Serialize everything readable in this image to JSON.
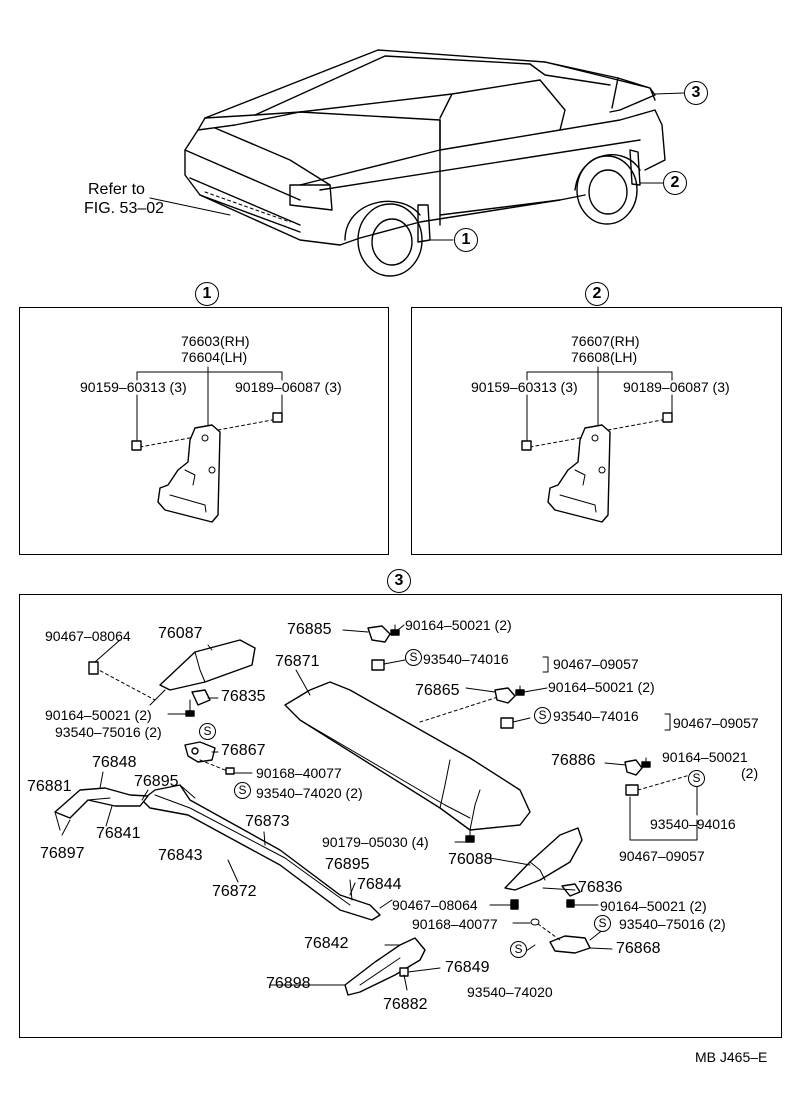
{
  "car": {
    "refer_line1": "Refer to",
    "refer_line2": "FIG. 53–02",
    "callout_1": "1",
    "callout_2": "2",
    "callout_3": "3"
  },
  "panel1": {
    "title": "1",
    "part_rh": "76603",
    "part_rh_sfx": "(RH)",
    "part_lh": "76604",
    "part_lh_sfx": "(LH)",
    "screw": "90159–60313 (3)",
    "nut": "90189–06087 (3)"
  },
  "panel2": {
    "title": "2",
    "part_rh": "76607",
    "part_rh_sfx": "(RH)",
    "part_lh": "76608",
    "part_lh_sfx": "(LH)",
    "screw": "90159–60313 (3)",
    "nut": "90189–06087 (3)"
  },
  "panel3": {
    "title": "3",
    "s_mark": "S",
    "labels": {
      "p90467_08064_a": "90467–08064",
      "p76087": "76087",
      "p90164_50021_a": "90164–50021 (2)",
      "p76835": "76835",
      "p93540_75016_a": "93540–75016 (2)",
      "p76867": "76867",
      "p90168_40077_a": "90168–40077",
      "p93540_74020_a": "93540–74020 (2)",
      "p76848": "76848",
      "p76881": "76881",
      "p76895_a": "76895",
      "p76841": "76841",
      "p76897": "76897",
      "p76843": "76843",
      "p76873": "76873",
      "p76872": "76872",
      "p76895_b": "76895",
      "p76844": "76844",
      "p76885": "76885",
      "p90164_50021_b": "90164–50021 (2)",
      "p93540_74016_a": "93540–74016",
      "p90467_09057_a": "90467–09057",
      "p76871": "76871",
      "p76865": "76865",
      "p90164_50021_c": "90164–50021 (2)",
      "p93540_74016_b": "93540–74016",
      "p90467_09057_b": "90467–09057",
      "p76886": "76886",
      "p90164_50021_d": "90164–50021",
      "p90164_50021_d2": "(2)",
      "p93540_94016": "93540–94016",
      "p90467_09057_c": "90467–09057",
      "p90179_05030": "90179–05030 (4)",
      "p76088": "76088",
      "p76836": "76836",
      "p90467_08064_b": "90467–08064",
      "p90164_50021_e": "90164–50021 (2)",
      "p90168_40077_b": "90168–40077",
      "p93540_75016_b": "93540–75016 (2)",
      "p76868": "76868",
      "p76842": "76842",
      "p76849": "76849",
      "p76898": "76898",
      "p76882": "76882",
      "p93540_74020_b": "93540–74020"
    }
  },
  "footer": {
    "code": "MB J465–E"
  }
}
